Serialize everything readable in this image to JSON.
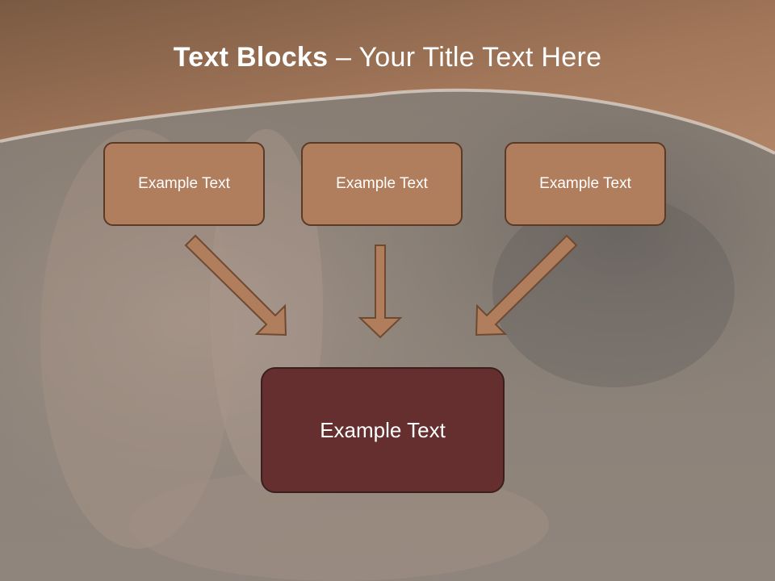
{
  "title": {
    "bold": "Text Blocks",
    "separator": "–",
    "rest": "Your Title Text Here"
  },
  "blocks": [
    {
      "label": "Example Text"
    },
    {
      "label": "Example Text"
    },
    {
      "label": "Example Text"
    }
  ],
  "target": {
    "label": "Example Text"
  },
  "colors": {
    "header": "#9a6b4b",
    "block_fill": "#b07d5d",
    "block_border": "#5a3b28",
    "target_fill": "#652f2f",
    "arrow_fill": "#b07d5d",
    "arrow_stroke": "#6e4a33"
  }
}
